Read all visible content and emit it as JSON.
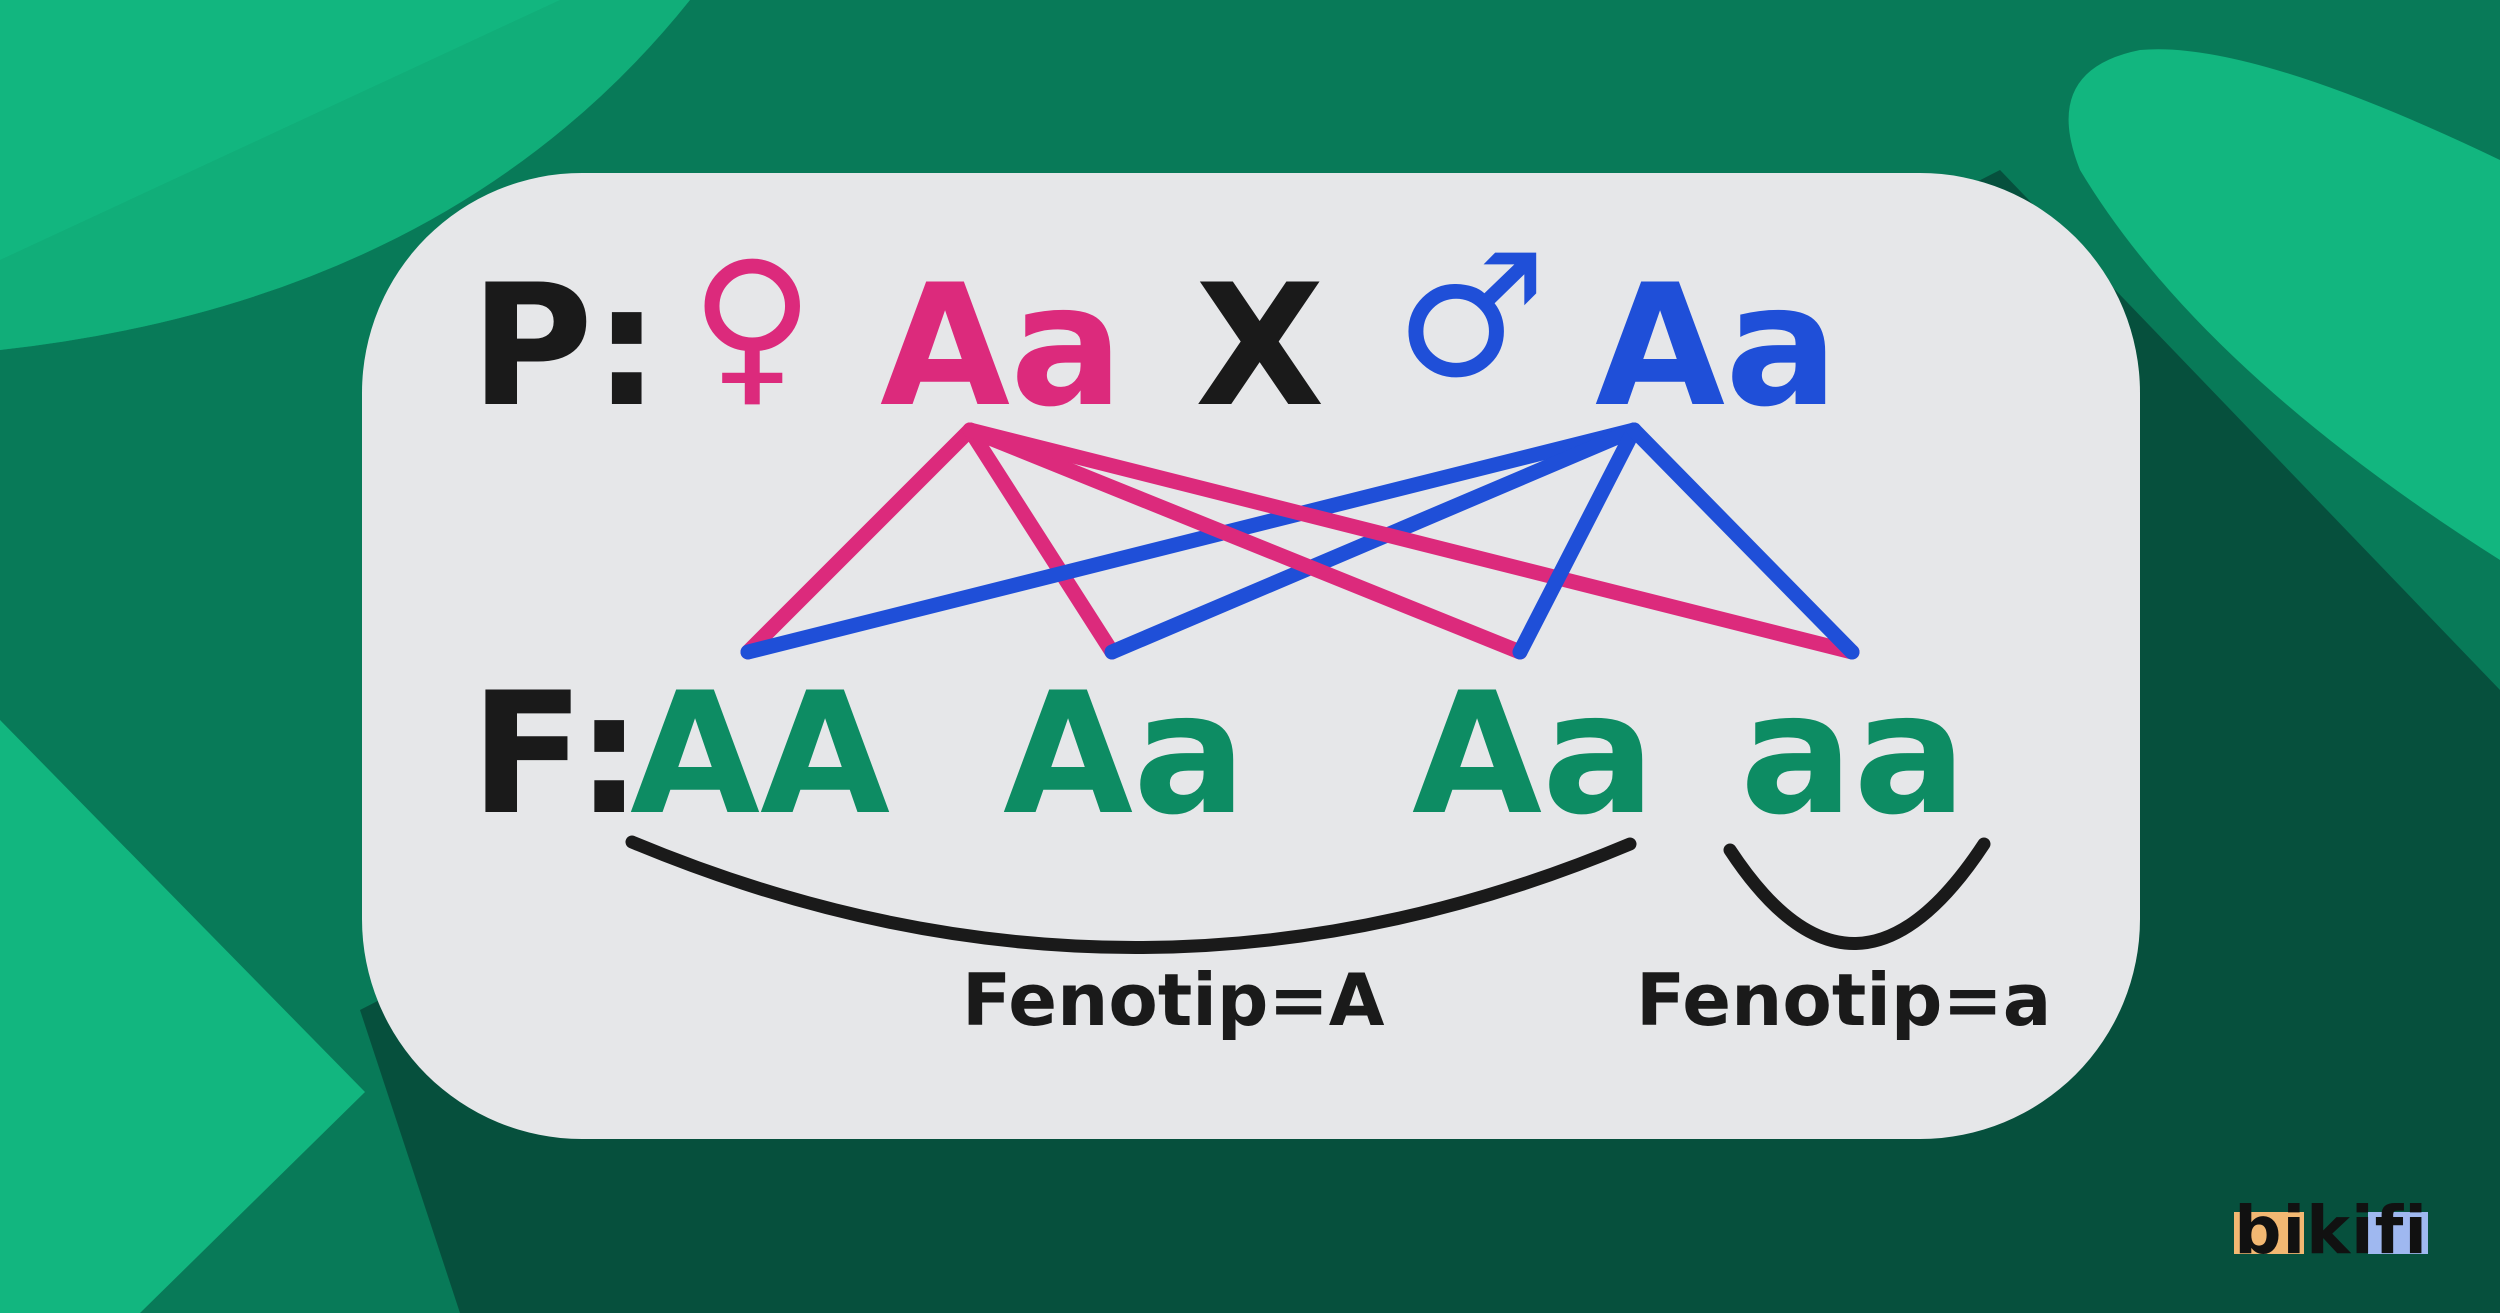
{
  "colors": {
    "background": "#087a58",
    "background_light": "#12b67f",
    "background_dark": "#06503d",
    "card": "#e6e7e9",
    "female": "#dc2a7c",
    "male": "#1f4fd8",
    "offspring": "#0d8c63",
    "text": "#1a1a1a"
  },
  "parents": {
    "label": "P:",
    "female_symbol": "♀",
    "female_genotype": "Aa",
    "cross": "X",
    "male_symbol": "♂",
    "male_genotype": "Aa"
  },
  "offspring": {
    "label": "F:",
    "genotypes": [
      "AA",
      "Aa",
      "Aa",
      "aa"
    ]
  },
  "phenotypes": {
    "dominant": "Fenotip=A",
    "recessive": "Fenotip=a"
  },
  "logo": {
    "text": "bikifi"
  }
}
